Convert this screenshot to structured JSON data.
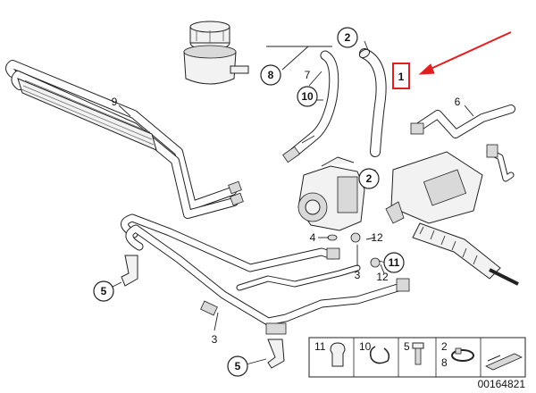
{
  "callouts": {
    "c1": "1",
    "c2a": "2",
    "c2b": "2",
    "c3a": "3",
    "c3b": "3",
    "c4": "4",
    "c5a": "5",
    "c5b": "5",
    "c6": "6",
    "c7": "7",
    "c8": "8",
    "c9": "9",
    "c10": "10",
    "c11": "11",
    "c12a": "12",
    "c12b": "12"
  },
  "legend": {
    "l11": "11",
    "l10": "10",
    "l5": "5",
    "l2": "2",
    "l8": "8"
  },
  "diagram_number": "00164821",
  "highlight_color": "#e02020"
}
